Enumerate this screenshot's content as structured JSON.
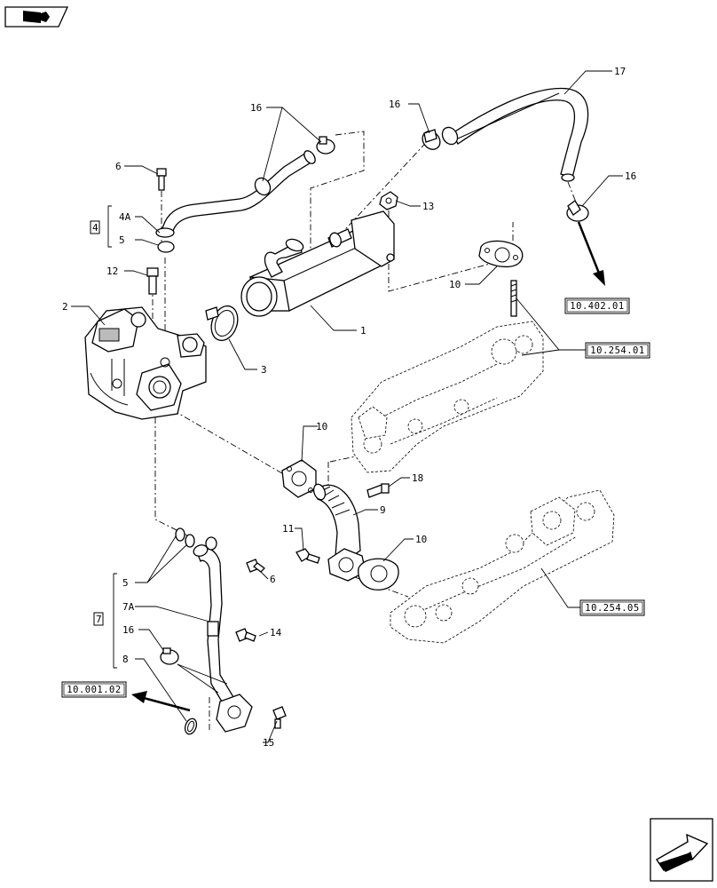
{
  "labels": {
    "l1": "1",
    "l2": "2",
    "l3": "3",
    "l4": "4",
    "l4A": "4A",
    "l5a": "5",
    "l5b": "5",
    "l6a": "6",
    "l6b": "6",
    "l7": "7",
    "l7A": "7A",
    "l8": "8",
    "l9": "9",
    "l10a": "10",
    "l10b": "10",
    "l10c": "10",
    "l11": "11",
    "l12": "12",
    "l13": "13",
    "l14": "14",
    "l15": "15",
    "l16a": "16",
    "l16b": "16",
    "l16c": "16",
    "l16d": "16",
    "l17": "17",
    "l18": "18"
  },
  "refs": {
    "r1": "10.402.01",
    "r2": "10.254.01",
    "r3": "10.254.05",
    "r4": "10.001.02"
  },
  "icons": {
    "top_left": "book-arrow-icon",
    "bottom_right": "next-page-arrow-icon"
  }
}
